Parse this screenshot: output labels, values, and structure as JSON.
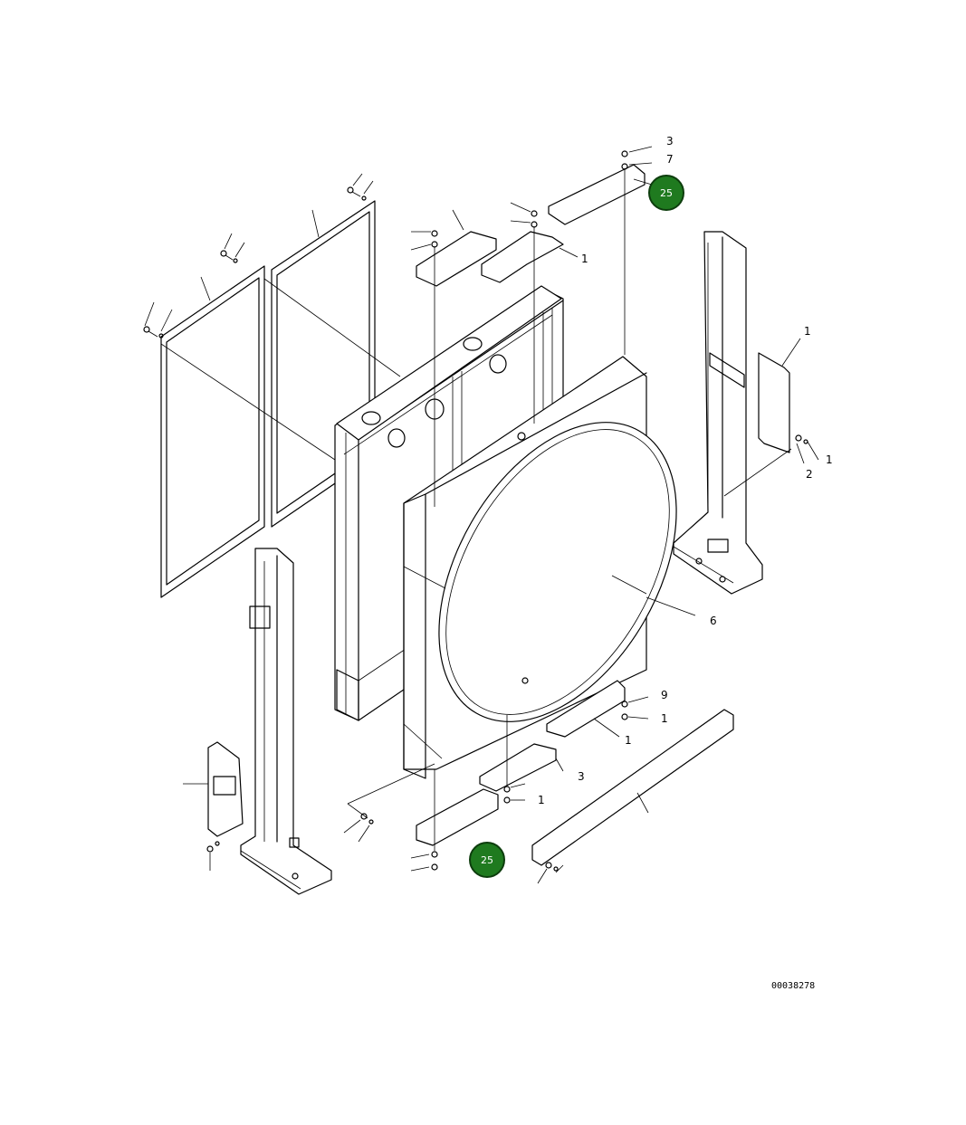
{
  "diagram": {
    "figure_id": "00038278",
    "callouts": [
      {
        "label": "25",
        "color": "#1f7a1f"
      },
      {
        "label": "25",
        "color": "#1f7a1f"
      }
    ],
    "part_labels": {
      "top_right_a": "3",
      "top_right_b": "7",
      "bracket_top": "1",
      "right_guard": "1",
      "right_bolt": "2",
      "right_bolt_b": "1",
      "shroud": "6",
      "lower_right_a": "9",
      "lower_right_b": "1",
      "lower_right_c": "1",
      "lower_mid": "3",
      "lower_mid_b": "1"
    }
  }
}
